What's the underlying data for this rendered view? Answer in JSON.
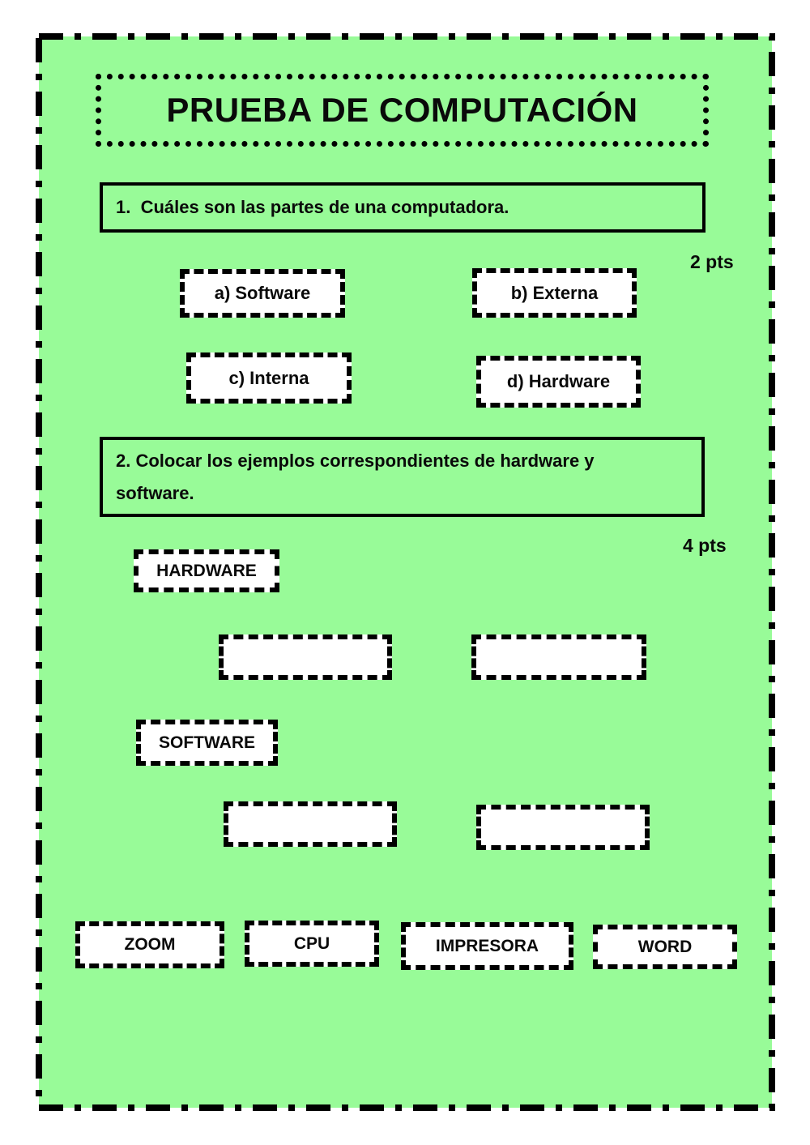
{
  "colors": {
    "panel_green": "#98fb98",
    "box_white": "#ffffff",
    "ink_black": "#0a0a0a"
  },
  "title": "PRUEBA DE COMPUTACIÓN",
  "question1": {
    "prompt": "1.  Cuáles son las partes de una computadora.",
    "points": "2 pts",
    "options": [
      "a) Software",
      "b) Externa",
      "c) Interna",
      "d) Hardware"
    ]
  },
  "question2": {
    "prompt": "2. Colocar los ejemplos correspondientes de hardware y software.",
    "points": "4 pts",
    "categories": [
      "HARDWARE",
      "SOFTWARE"
    ],
    "word_bank": [
      "ZOOM",
      "CPU",
      "IMPRESORA",
      "WORD"
    ]
  }
}
